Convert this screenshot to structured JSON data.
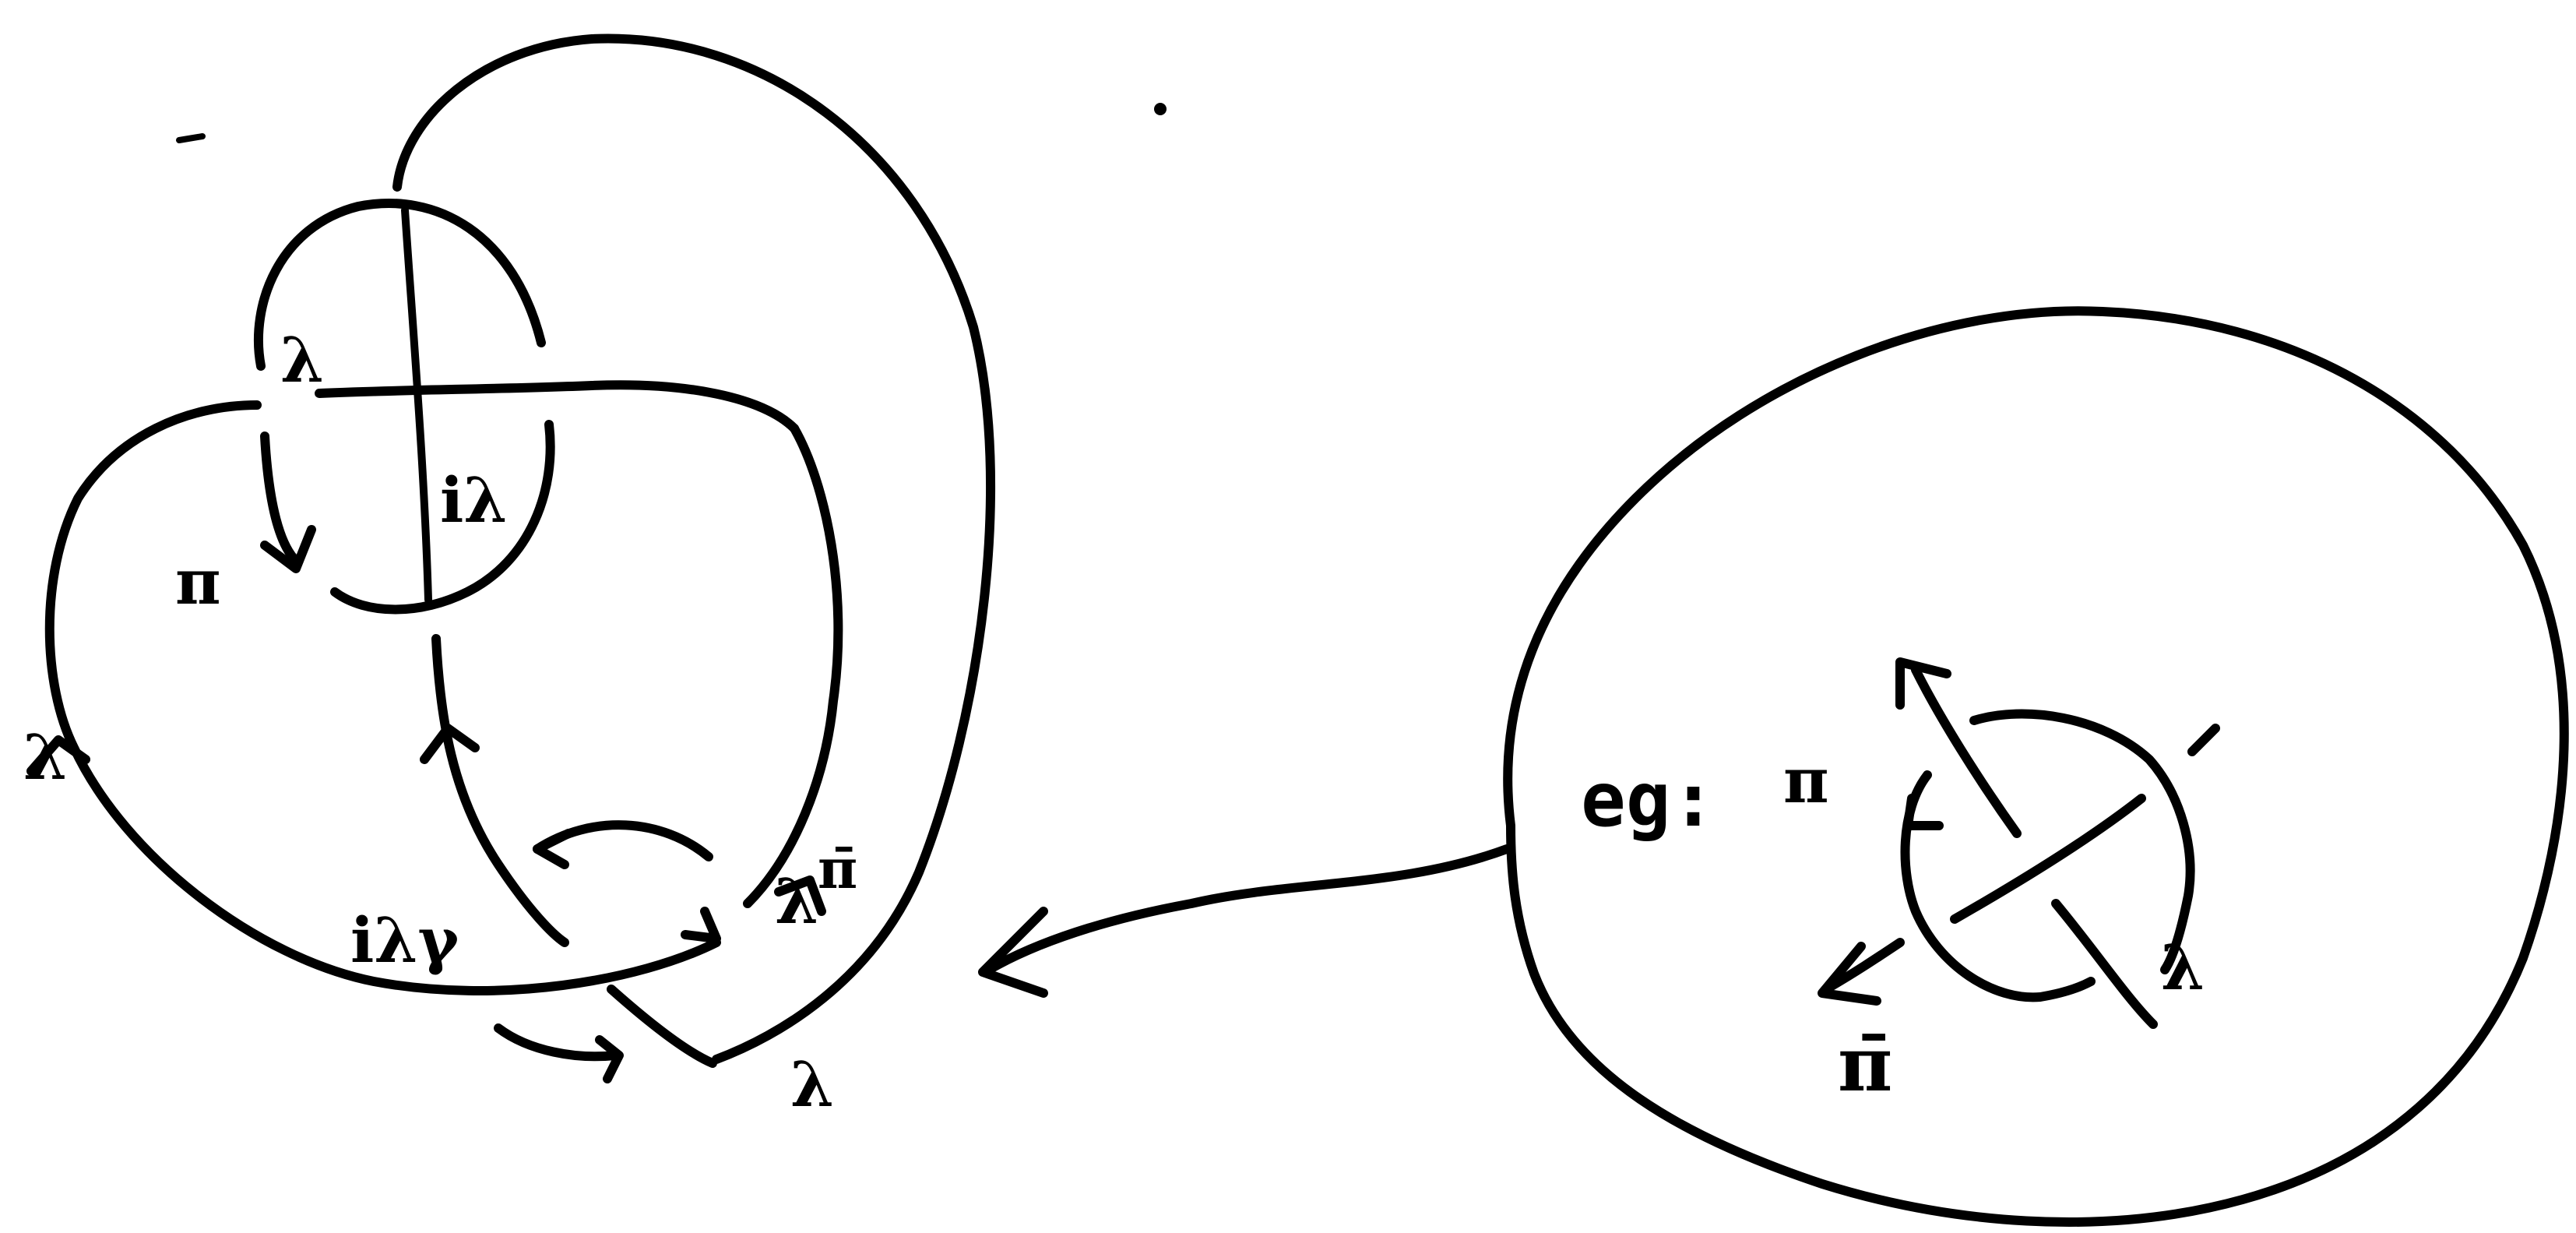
{
  "labels": {
    "lambda_top": "λ",
    "i_lambda": "iλ",
    "pi_left": "π",
    "lambda_left": "λ",
    "i_lambda_gamma": "iλγ",
    "lambda_pi_bar": "λ",
    "pi_bar_sup": "π̄",
    "lambda_bottom": "λ",
    "eg_label": "eg:",
    "pi_right": "π",
    "lambda_right": "λ",
    "pi_bar_bottom": "π̄"
  }
}
